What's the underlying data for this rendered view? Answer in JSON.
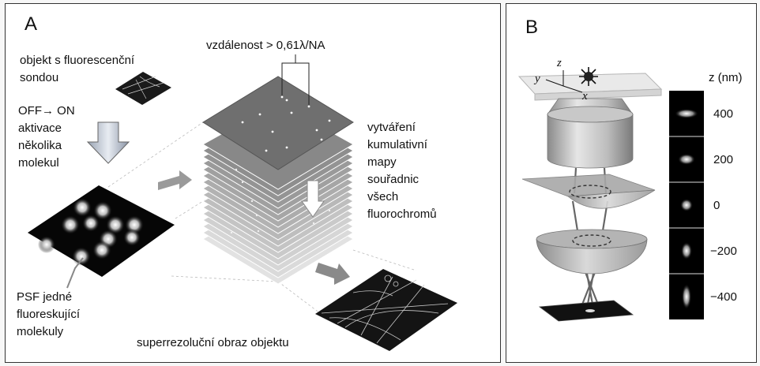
{
  "panel_a": {
    "label": "A",
    "object_label": [
      "objekt s fluorescenční",
      "sondou"
    ],
    "activation_label": [
      "OFF→ ON",
      "aktivace",
      "několika",
      "molekul"
    ],
    "distance_label": "vzdálenost > 0,61λ/NA",
    "map_label": [
      "vytváření",
      "kumulativní",
      "mapy",
      "souřadnic",
      "všech",
      "fluorochromů"
    ],
    "psf_label": [
      "PSF jedné",
      "fluoreskující",
      "molekuly"
    ],
    "result_label": "superrezoluční obraz objektu"
  },
  "panel_b": {
    "label": "B",
    "axis_z": "z",
    "axis_y": "y",
    "axis_x": "x",
    "z_header": "z (nm)",
    "z_values": [
      "400",
      "200",
      "0",
      "−200",
      "−400"
    ]
  }
}
